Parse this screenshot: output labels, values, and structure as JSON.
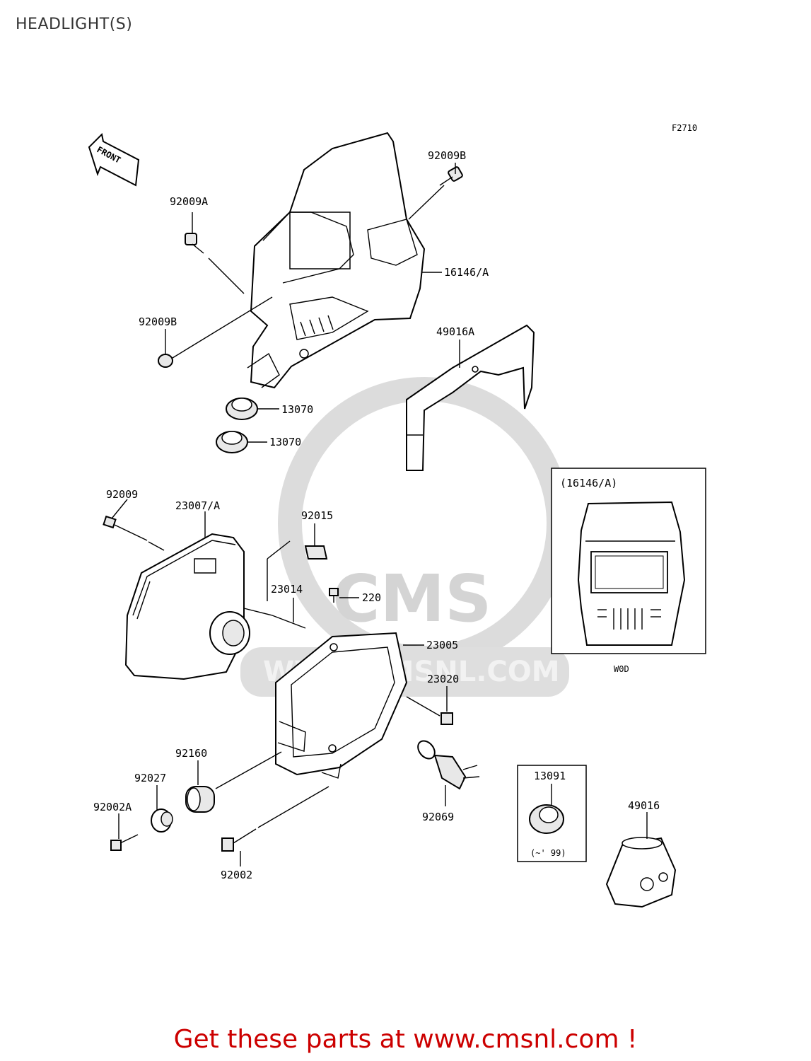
{
  "page": {
    "title": "HEADLIGHT(S)",
    "cta": "Get these parts at www.cmsnl.com !"
  },
  "diagram": {
    "figure_code": "F2710",
    "front_label": "FRONT",
    "watermark": {
      "brand": "CMS",
      "url": "WWW.CMSNL.COM"
    },
    "callouts": {
      "p92009B_top": "92009B",
      "p92009A": "92009A",
      "p16146A": "16146/A",
      "p92009B_mid": "92009B",
      "p49016A": "49016A",
      "p13070_a": "13070",
      "p13070_b": "13070",
      "p92009": "92009",
      "p23007A": "23007/A",
      "p92015": "92015",
      "p23014": "23014",
      "p220": "220",
      "p23005": "23005",
      "p23020": "23020",
      "p92160": "92160",
      "p92027": "92027",
      "p92002A": "92002A",
      "p92002": "92002",
      "p92069": "92069",
      "p13091": "13091",
      "p13091_note": "(~' 99)",
      "p49016": "49016"
    },
    "inset": {
      "title": "(16146/A)",
      "caption": "W0D"
    }
  },
  "colors": {
    "cta": "#cc0000",
    "line": "#000000",
    "watermark": "#d4d4d4"
  }
}
